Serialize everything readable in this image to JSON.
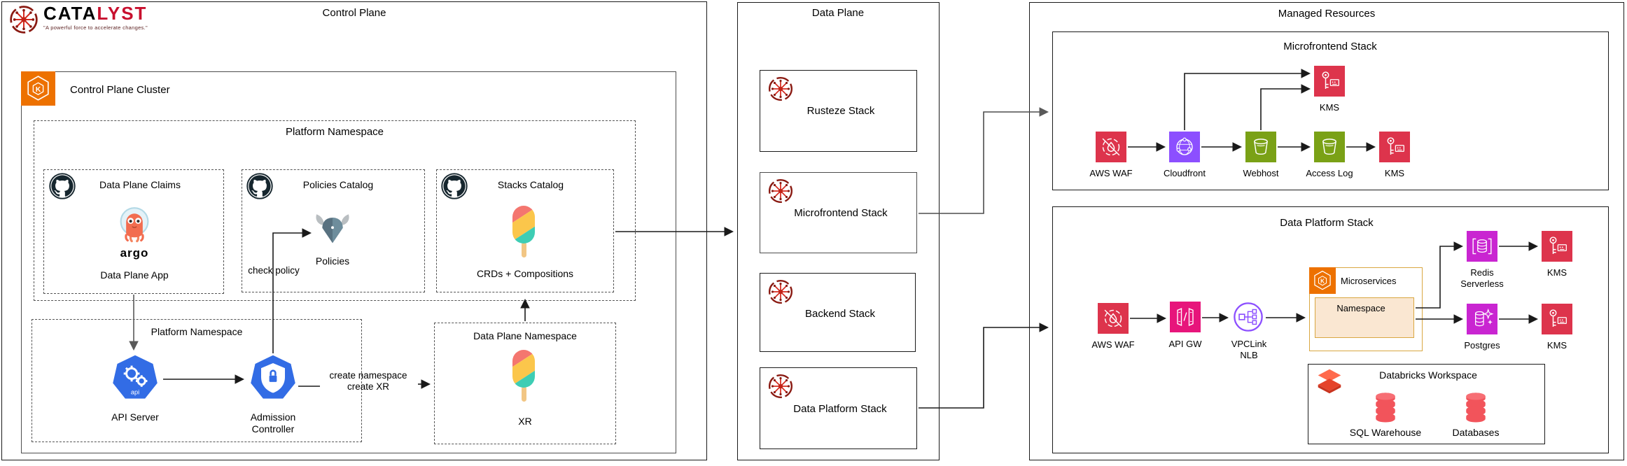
{
  "brand": {
    "word_dark": "CATA",
    "word_red": "LYST",
    "tagline": "\"A powerful force to accelerate changes.\""
  },
  "icon_glyphs": {
    "eks_letter": "K",
    "api_text": "api",
    "argo_wordmark": "argo"
  },
  "control_plane": {
    "title": "Control Plane",
    "cluster_title": "Control Plane Cluster",
    "platform_namespace_title": "Platform Namespace",
    "claims": {
      "title": "Data Plane Claims",
      "app_label": "Data Plane App"
    },
    "policies": {
      "title": "Policies Catalog",
      "node_label": "Policies",
      "edge_label": "check policy"
    },
    "stacks_catalog": {
      "title": "Stacks Catalog",
      "node_label": "CRDs + Compositions"
    },
    "lower_namespace": {
      "title": "Platform Namespace",
      "api_server": "API Server",
      "admission": "Admission Controller"
    },
    "edge_create": "create namespace\ncreate XR",
    "dp_namespace": {
      "title": "Data Plane Namespace",
      "node_label": "XR"
    }
  },
  "data_plane": {
    "title": "Data Plane",
    "stacks": [
      {
        "label": "Rusteze Stack"
      },
      {
        "label": "Microfrontend Stack"
      },
      {
        "label": "Backend Stack"
      },
      {
        "label": "Data Platform Stack"
      }
    ]
  },
  "managed_resources": {
    "title": "Managed Resources",
    "microfrontend": {
      "title": "Microfrontend Stack",
      "waf": "AWS WAF",
      "cloudfront": "Cloudfront",
      "webhost": "Webhost",
      "access_log": "Access Log",
      "kms": "KMS",
      "kms_top": "KMS"
    },
    "data_platform": {
      "title": "Data Platform Stack",
      "waf": "AWS WAF",
      "api_gw": "API GW",
      "vpclink": "VPCLink\nNLB",
      "microservices": "Microservices",
      "namespace": "Namespace",
      "redis": "Redis\nServerless",
      "redis_kms": "KMS",
      "postgres": "Postgres",
      "postgres_kms": "KMS",
      "databricks": {
        "title": "Databricks Workspace",
        "sql_warehouse": "SQL Warehouse",
        "databases": "Databases"
      }
    }
  },
  "colors": {
    "aws_red": "#DD344C",
    "aws_purple": "#8C4FFF",
    "aws_green": "#7AA116",
    "aws_pink": "#E7157B",
    "aws_magenta": "#C925D1",
    "aws_orange": "#ED7100",
    "group_gold": "#D9A741",
    "k8s_blue": "#326CE5",
    "brand_red": "#C8102E",
    "databricks_red": "#E8452C"
  }
}
